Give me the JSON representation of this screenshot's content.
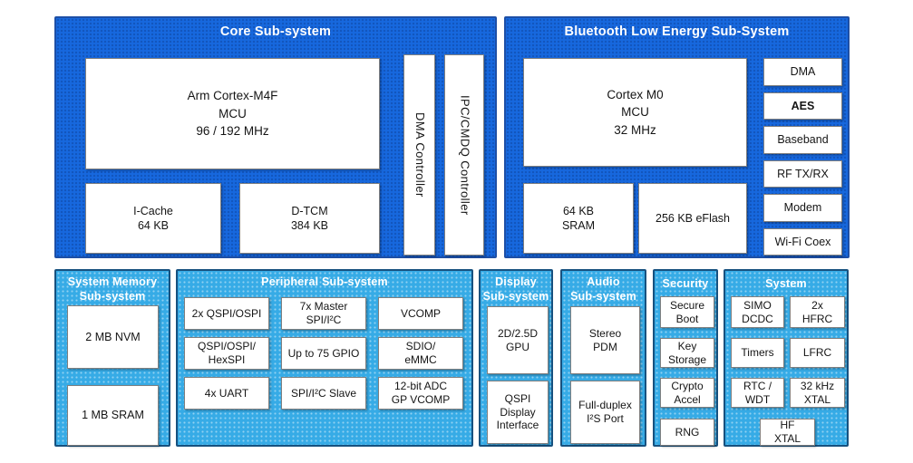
{
  "colors": {
    "dark_blue": "#1768DE",
    "light_blue": "#36ABE6",
    "panel_border_dark": "#1D4FA6",
    "panel_border_light": "#17517F",
    "box_border": "#7f7f7f"
  },
  "core": {
    "title": "Core Sub-system",
    "cpu": "Arm Cortex-M4F\nMCU\n96 / 192 MHz",
    "icache": "I-Cache\n64 KB",
    "dtcm": "D-TCM\n384 KB",
    "dma_controller": "DMA Controller",
    "ipc_controller": "IPC/CMDQ Controller"
  },
  "ble": {
    "title": "Bluetooth Low Energy Sub-System",
    "cpu": "Cortex M0\nMCU\n32 MHz",
    "sram": "64 KB\nSRAM",
    "eflash": "256 KB eFlash",
    "blocks": [
      "DMA",
      "AES",
      "Baseband",
      "RF TX/RX",
      "Modem",
      "Wi-Fi Coex"
    ]
  },
  "memory": {
    "title": "System Memory\nSub-system",
    "blocks": [
      "2 MB NVM",
      "1 MB SRAM"
    ]
  },
  "peripheral": {
    "title": "Peripheral Sub-system",
    "blocks": [
      "2x QSPI/OSPI",
      "7x Master\nSPI/I²C",
      "VCOMP",
      "QSPI/OSPI/\nHexSPI",
      "Up to 75 GPIO",
      "SDIO/\neMMC",
      "4x UART",
      "SPI/I²C Slave",
      "12-bit ADC\nGP VCOMP"
    ]
  },
  "display": {
    "title": "Display\nSub-system",
    "blocks": [
      "2D/2.5D\nGPU",
      "QSPI\nDisplay\nInterface"
    ]
  },
  "audio": {
    "title": "Audio\nSub-system",
    "blocks": [
      "Stereo\nPDM",
      "Full-duplex\nI²S Port"
    ]
  },
  "security": {
    "title": "Security",
    "blocks": [
      "Secure\nBoot",
      "Key\nStorage",
      "Crypto\nAccel",
      "RNG"
    ]
  },
  "system": {
    "title": "System",
    "blocks": [
      "SIMO\nDCDC",
      "2x\nHFRC",
      "Timers",
      "LFRC",
      "RTC /\nWDT",
      "32 kHz\nXTAL",
      "HF\nXTAL"
    ]
  }
}
